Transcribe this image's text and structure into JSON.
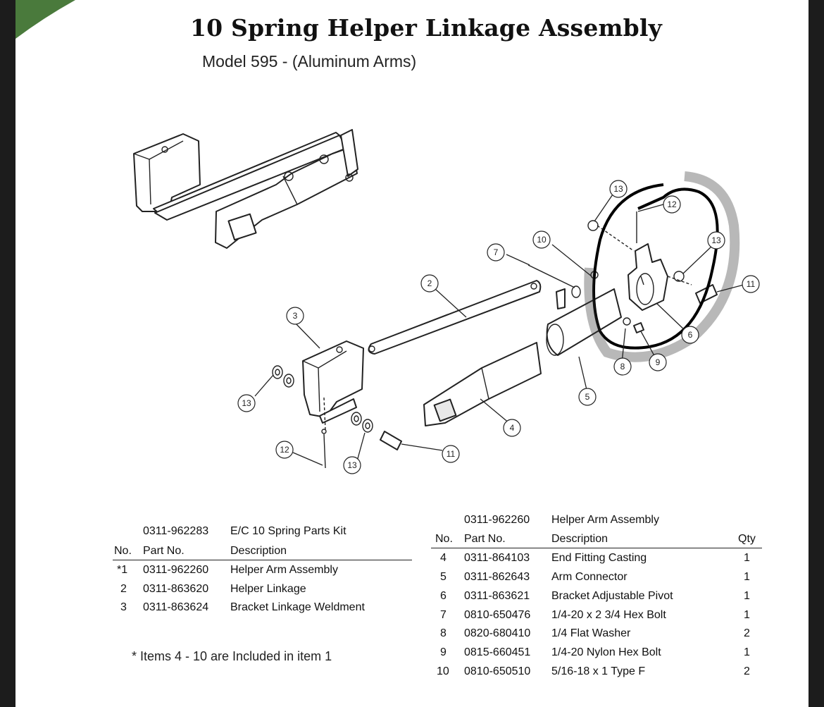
{
  "title": "10 Spring Helper Linkage Assembly",
  "subtitle": "Model 595 - (Aluminum Arms)",
  "callouts": [
    "13",
    "12",
    "13",
    "11",
    "10",
    "7",
    "2",
    "3",
    "6",
    "8",
    "9",
    "5",
    "4",
    "13",
    "12",
    "13",
    "11"
  ],
  "kit_table": {
    "kit_part_no": "0311-962283",
    "kit_description": "E/C 10 Spring Parts Kit",
    "headers": {
      "no": "No.",
      "part_no": "Part No.",
      "description": "Description"
    },
    "rows": [
      {
        "no": "*1",
        "part_no": "0311-962260",
        "description": "Helper Arm Assembly"
      },
      {
        "no": "2",
        "part_no": "0311-863620",
        "description": "Helper Linkage"
      },
      {
        "no": "3",
        "part_no": "0311-863624",
        "description": "Bracket Linkage Weldment"
      }
    ],
    "note": "* Items 4 - 10 are Included in item 1"
  },
  "arm_table": {
    "assembly_part_no": "0311-962260",
    "assembly_description": "Helper Arm Assembly",
    "headers": {
      "no": "No.",
      "part_no": "Part No.",
      "description": "Description",
      "qty": "Qty"
    },
    "rows": [
      {
        "no": "4",
        "part_no": "0311-864103",
        "description": "End Fitting Casting",
        "qty": "1"
      },
      {
        "no": "5",
        "part_no": "0311-862643",
        "description": "Arm Connector",
        "qty": "1"
      },
      {
        "no": "6",
        "part_no": "0311-863621",
        "description": "Bracket Adjustable Pivot",
        "qty": "1"
      },
      {
        "no": "7",
        "part_no": "0810-650476",
        "description": "1/4-20 x 2 3/4 Hex Bolt",
        "qty": "1"
      },
      {
        "no": "8",
        "part_no": "0820-680410",
        "description": "1/4 Flat Washer",
        "qty": "2"
      },
      {
        "no": "9",
        "part_no": "0815-660451",
        "description": "1/4-20 Nylon Hex Bolt",
        "qty": "1"
      },
      {
        "no": "10",
        "part_no": "0810-650510",
        "description": "5/16-18 x 1 Type F",
        "qty": "2"
      }
    ]
  },
  "colors": {
    "frame": "#1c1c1c",
    "corner_accent": "#4a7a3c",
    "page": "#ffffff",
    "ink": "#111111",
    "marker": "#000000"
  }
}
